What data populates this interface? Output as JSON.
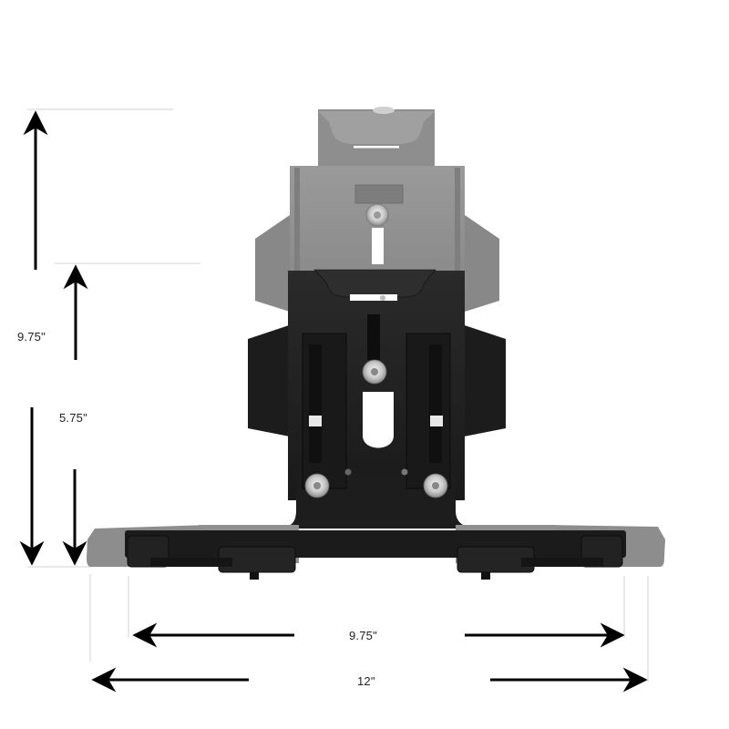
{
  "diagram": {
    "subject": "Adjustable tablet mount bracket (extended and retracted positions)",
    "colors": {
      "background": "#ffffff",
      "bracket_black": "#1e1e1e",
      "bracket_black_edge": "#0f0f0f",
      "extended_gray": "#8c8c8c",
      "extended_gray_dark": "#7a7a7a",
      "bolt_silver": "#d8d8d8",
      "arrow": "#000000",
      "guide_line": "#d0d0d0",
      "text": "#222222"
    },
    "dimensions": {
      "height_max": {
        "label": "9.75\"",
        "axis": "vertical",
        "description": "Overall height extended"
      },
      "height_min": {
        "label": "5.75\"",
        "axis": "vertical",
        "description": "Overall height retracted"
      },
      "width_min": {
        "label": "9.75\"",
        "axis": "horizontal",
        "description": "Clamp width retracted"
      },
      "width_max": {
        "label": "12\"",
        "axis": "horizontal",
        "description": "Clamp width extended"
      }
    }
  }
}
